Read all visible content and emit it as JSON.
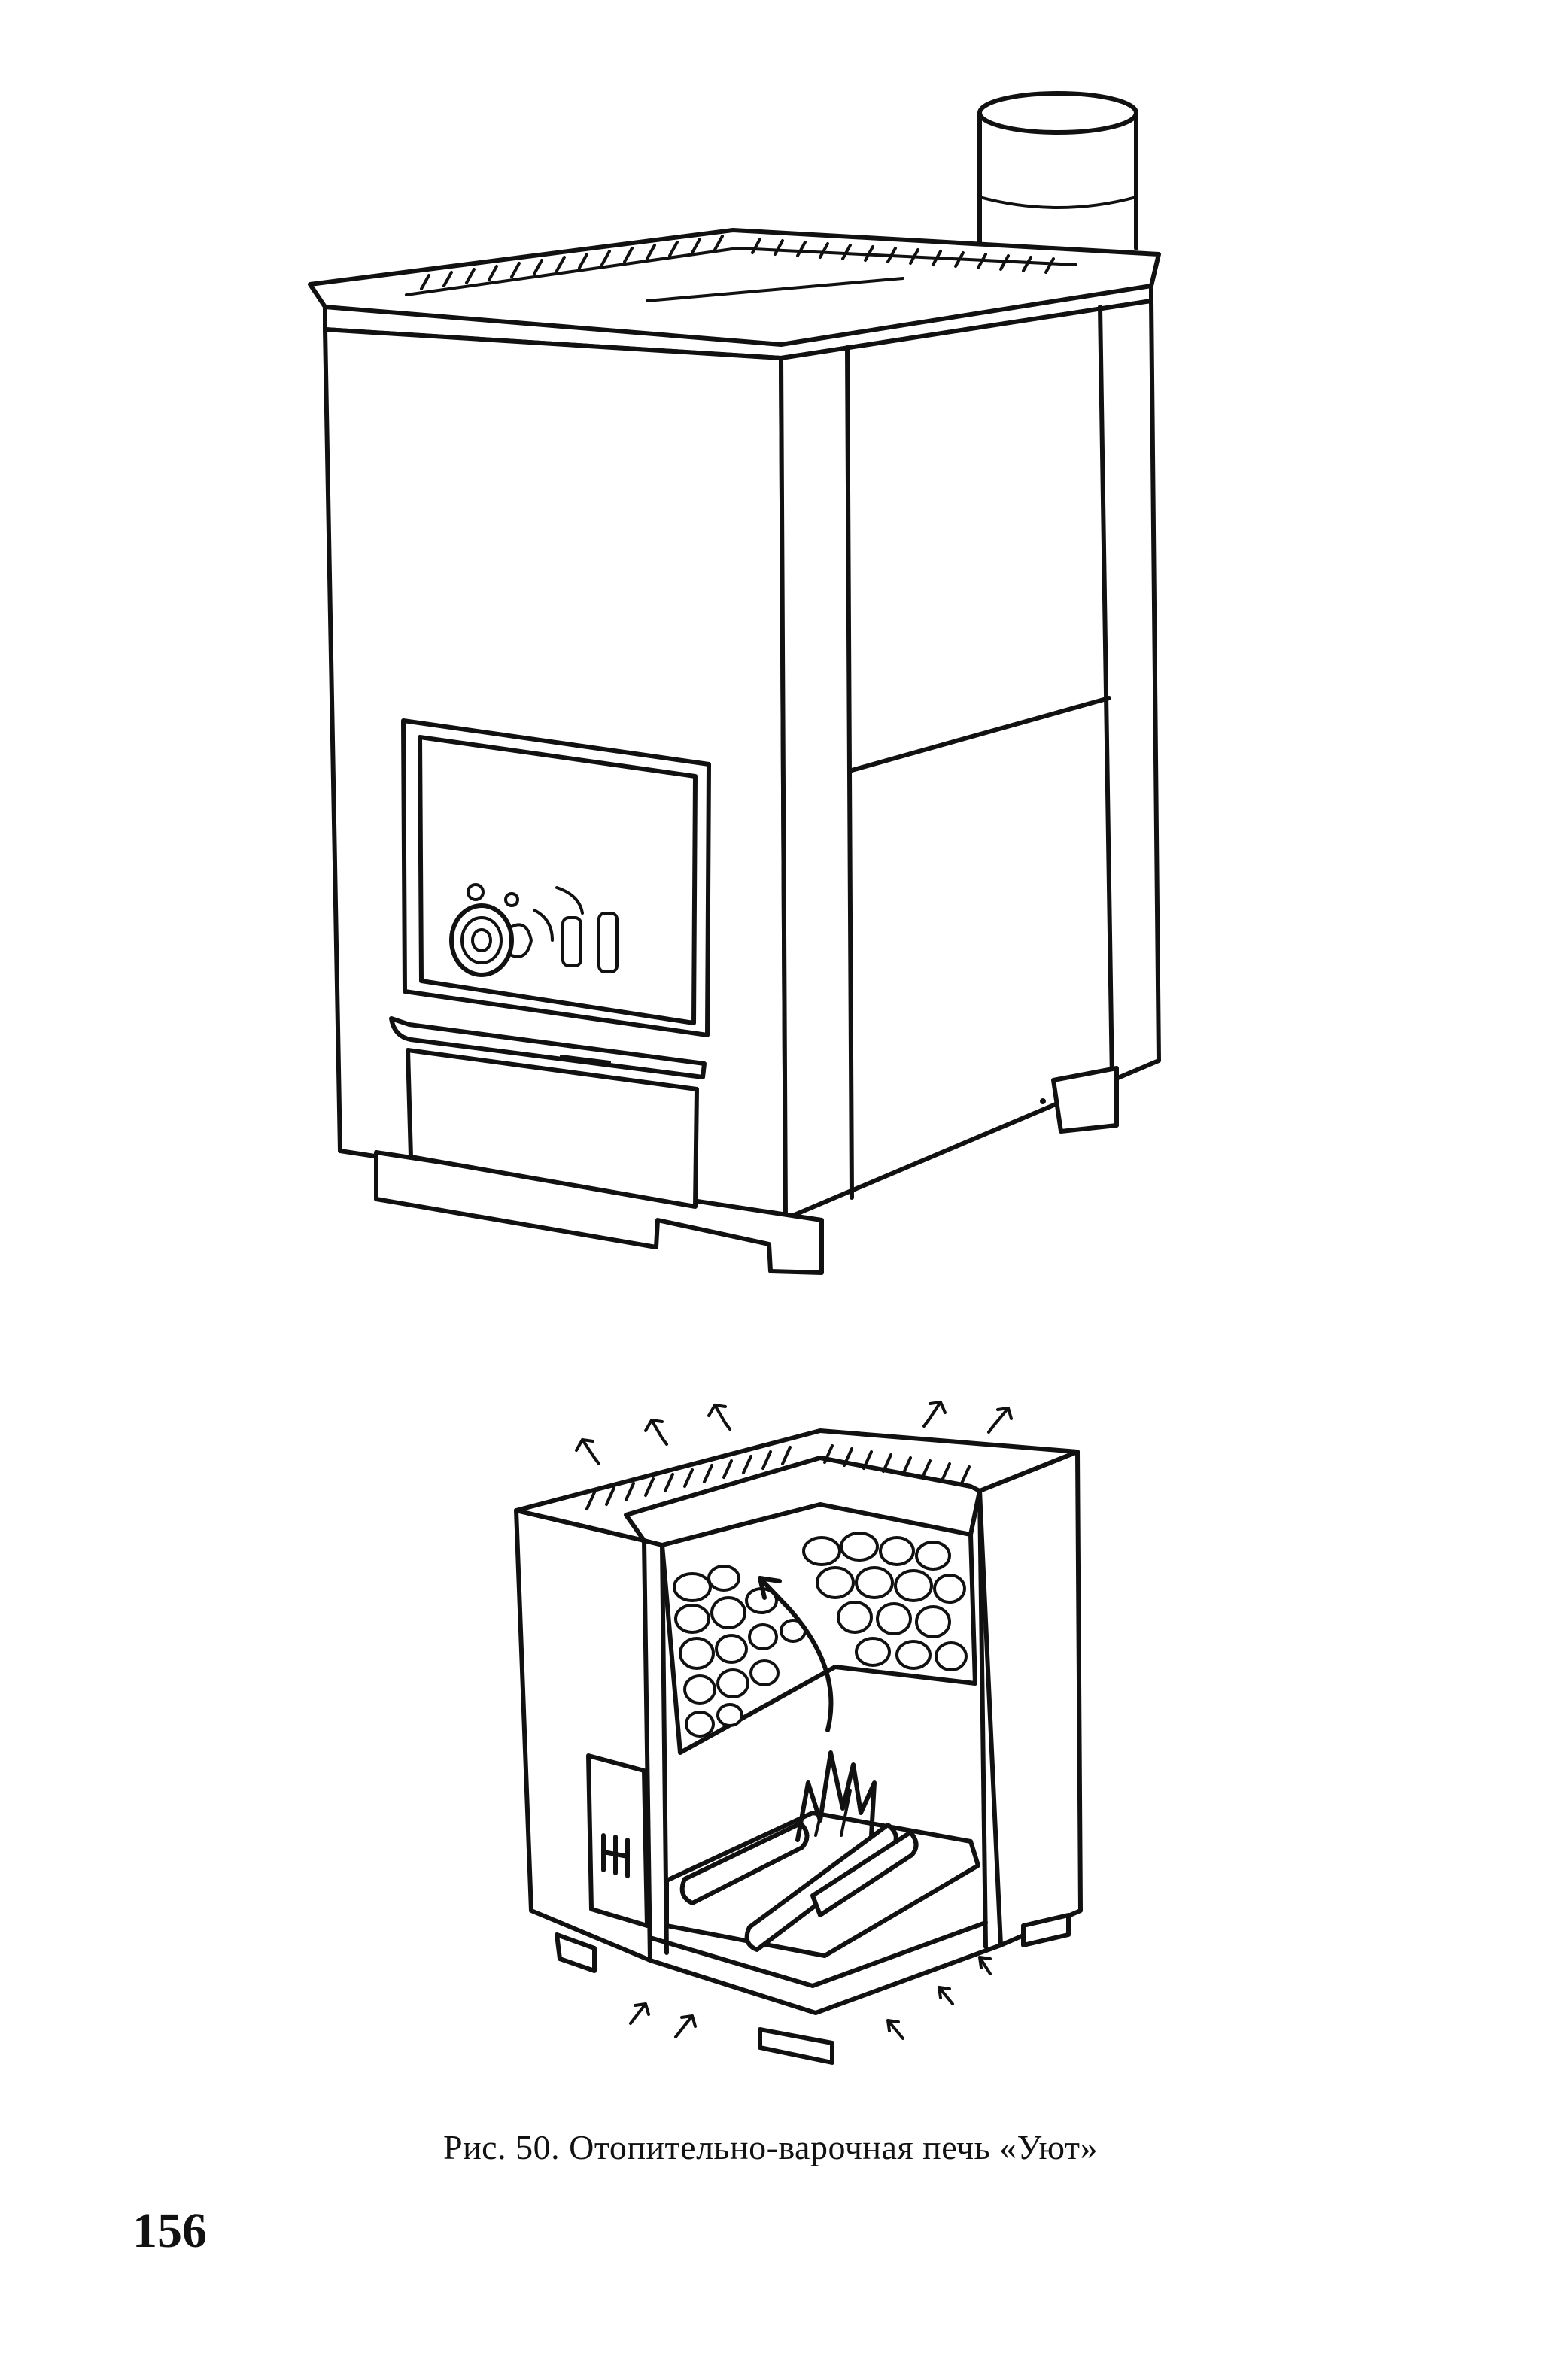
{
  "page": {
    "caption": "Рис. 50. Отопительно-варочная печь «Уют»",
    "page_number": "156"
  },
  "figure": {
    "top_view": "stove-exterior",
    "bottom_view": "stove-cutaway"
  }
}
